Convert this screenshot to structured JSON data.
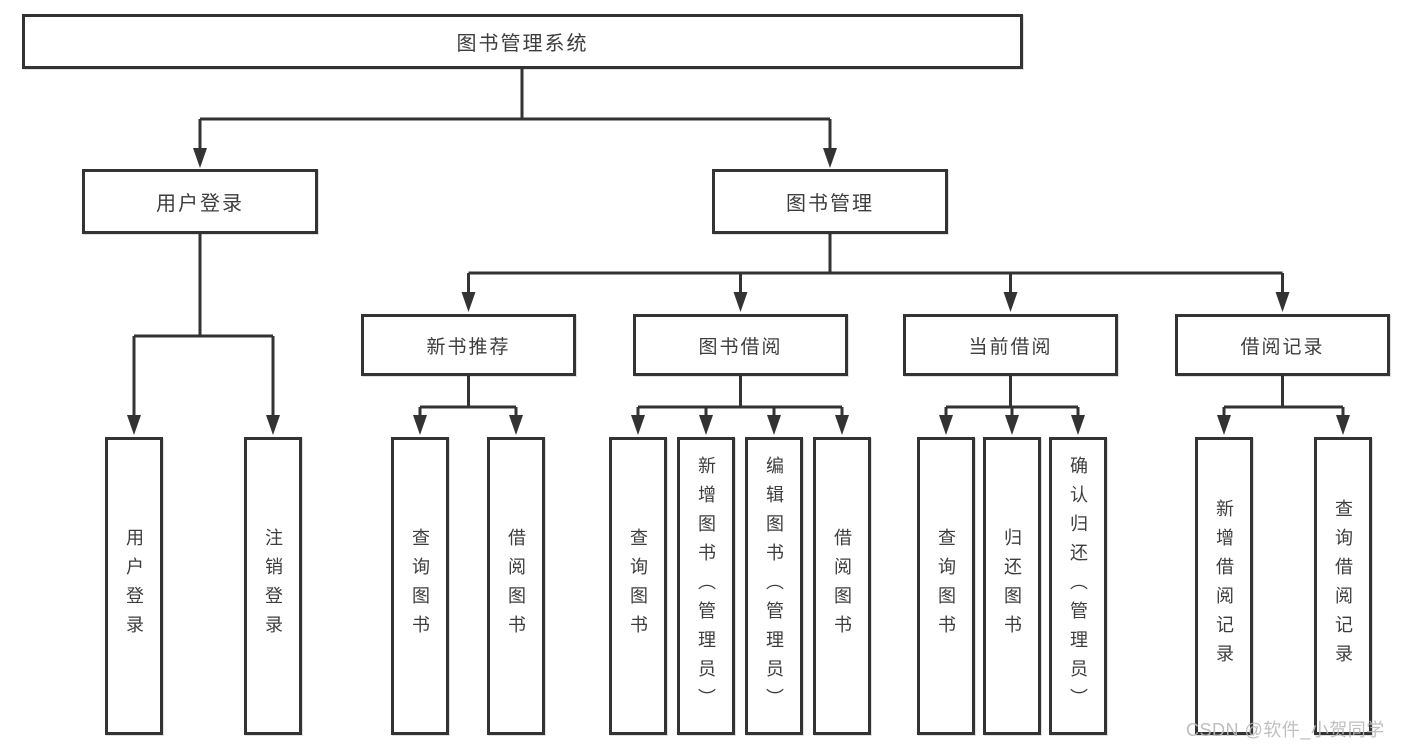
{
  "diagram": {
    "type": "hierarchy-tree",
    "title": "图书管理系统",
    "children": [
      {
        "label": "用户登录",
        "children": [
          {
            "label": "用户登录"
          },
          {
            "label": "注销登录"
          }
        ]
      },
      {
        "label": "图书管理",
        "children": [
          {
            "label": "新书推荐",
            "children": [
              {
                "label": "查询图书"
              },
              {
                "label": "借阅图书"
              }
            ]
          },
          {
            "label": "图书借阅",
            "children": [
              {
                "label": "查询图书"
              },
              {
                "label": "新增图书（管理员）"
              },
              {
                "label": "编辑图书（管理员）"
              },
              {
                "label": "借阅图书"
              }
            ]
          },
          {
            "label": "当前借阅",
            "children": [
              {
                "label": "查询图书"
              },
              {
                "label": "归还图书"
              },
              {
                "label": "确认归还（管理员）"
              }
            ]
          },
          {
            "label": "借阅记录",
            "children": [
              {
                "label": "新增借阅记录"
              },
              {
                "label": "查询借阅记录"
              }
            ]
          }
        ]
      }
    ]
  },
  "watermark": {
    "text": "CSDN @软件_小贺同学"
  },
  "colors": {
    "line": "#333333",
    "box_border": "#333333",
    "text": "#3d3d3d",
    "background": "#ffffff",
    "watermark": "#bababa"
  }
}
